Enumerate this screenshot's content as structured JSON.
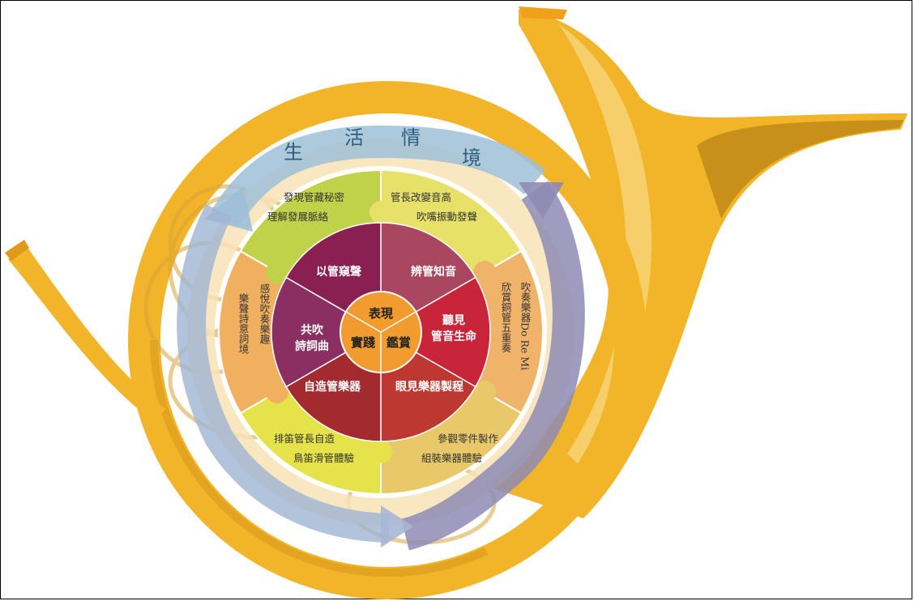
{
  "context": {
    "chars": [
      "生",
      "活",
      "情",
      "境"
    ]
  },
  "core": {
    "top": "表現",
    "left": "實踐",
    "right": "鑑賞"
  },
  "inner_sectors": [
    {
      "label": "辨管知音",
      "color": "#a8475f"
    },
    {
      "label": "聽見|管音生命",
      "color": "#c8243a"
    },
    {
      "label": "眼見樂器製程",
      "color": "#bc3830"
    },
    {
      "label": "自造管樂器",
      "color": "#a32a2e"
    },
    {
      "label": "共吹|詩詞曲",
      "color": "#8b2f62"
    },
    {
      "label": "以管窺聲",
      "color": "#8a1f52"
    }
  ],
  "outer_sectors": [
    {
      "color": "#e7e16a",
      "lines": [
        "管長改變音高",
        "吹嘴振動發聲"
      ]
    },
    {
      "color": "#f0b36a",
      "lines": [
        "吹奏樂器Do Re Mi",
        "欣賞銅管五重奏"
      ]
    },
    {
      "color": "#e8c868",
      "lines": [
        "參觀零件製作",
        "組裝樂器體驗"
      ]
    },
    {
      "color": "#e6e24a",
      "lines": [
        "排笛管長自造",
        "鳥笛滑管體驗"
      ]
    },
    {
      "color": "#f0b060",
      "lines": [
        "感悅吹奏樂趣",
        "樂聲詩意詞境"
      ]
    },
    {
      "color": "#bfd24a",
      "lines": [
        "發現管藏秘密",
        "理解發展脈絡"
      ]
    }
  ],
  "colors": {
    "horn": "#f2b52a",
    "horn_dark": "#c8901a",
    "arrow_blue": "#9fbfd8",
    "arrow_purple": "#8e8bb5",
    "ring": "#f7e3b6",
    "core": "#f29b2f"
  }
}
